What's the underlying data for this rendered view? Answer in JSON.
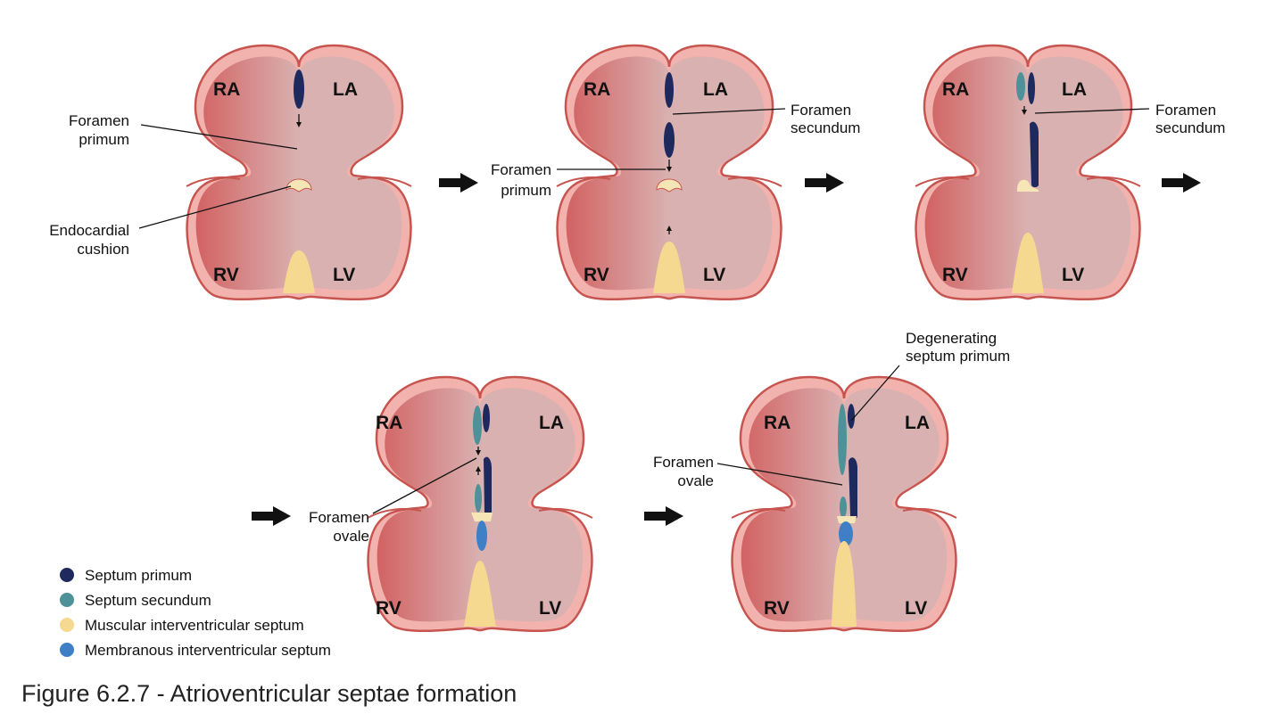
{
  "figure": {
    "caption": "Figure 6.2.7 - Atrioventricular septae formation"
  },
  "chambers": {
    "ra": "RA",
    "la": "LA",
    "rv": "RV",
    "lv": "LV"
  },
  "panels": [
    {
      "stage": 1,
      "labels": {
        "foramen_primum": [
          "Foramen",
          "primum"
        ],
        "endocardial_cushion": [
          "Endocardial",
          "cushion"
        ]
      }
    },
    {
      "stage": 2,
      "labels": {
        "foramen_secundum": [
          "Foramen",
          "secundum"
        ],
        "foramen_primum": [
          "Foramen",
          "primum"
        ]
      }
    },
    {
      "stage": 3,
      "labels": {
        "foramen_secundum": [
          "Foramen",
          "secundum"
        ]
      }
    },
    {
      "stage": 4,
      "labels": {
        "foramen_ovale": [
          "Foramen",
          "ovale"
        ]
      }
    },
    {
      "stage": 5,
      "labels": {
        "degenerating_septum_primum": [
          "Degenerating",
          "septum primum"
        ],
        "foramen_ovale": [
          "Foramen",
          "ovale"
        ]
      }
    }
  ],
  "legend": [
    {
      "label": "Septum primum",
      "color": "#1e2a5e"
    },
    {
      "label": "Septum secundum",
      "color": "#4e9199"
    },
    {
      "label": "Muscular interventricular septum",
      "color": "#f6d990"
    },
    {
      "label": "Membranous interventricular septum",
      "color": "#3f7fc6"
    }
  ],
  "colors": {
    "heart_wall": "#f2b3ae",
    "heart_outline": "#c7544f",
    "chamber_fill": "#d9b1b1",
    "right_side_gradient": "#d26262",
    "endocardial_cushion": "#f6e6b6"
  }
}
